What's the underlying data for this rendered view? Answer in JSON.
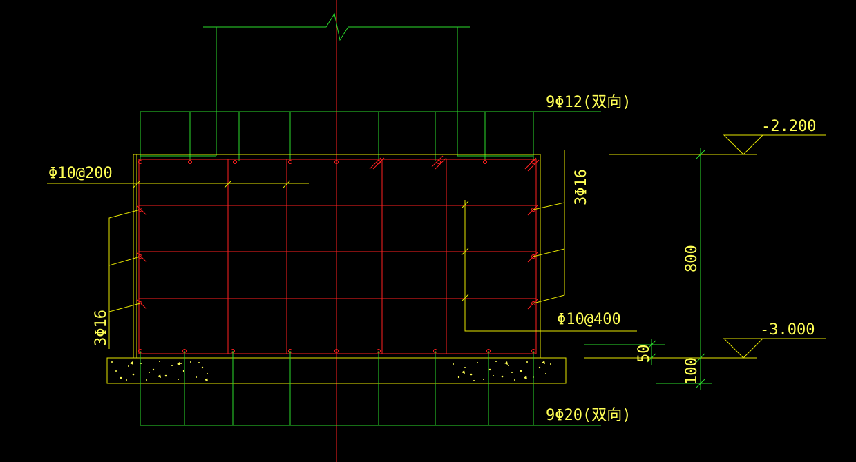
{
  "labels": {
    "top_rebar": "9Φ12(双向)",
    "bottom_rebar": "9Φ20(双向)",
    "stirrup_top": "Φ10@200",
    "stirrup_side": "Φ10@400",
    "side_bars_right": "3Φ16",
    "side_bars_left": "3Φ16",
    "elev_top": "-2.200",
    "elev_bottom": "-3.000",
    "dim_height": "800",
    "dim_cover": "50",
    "dim_blinding": "100"
  },
  "colors": {
    "background": "#000000",
    "concrete_outline": "#e6e600",
    "rebar_green": "#2bdc2b",
    "stirrup_red": "#ff2020",
    "text_yellow": "#ffff55"
  }
}
